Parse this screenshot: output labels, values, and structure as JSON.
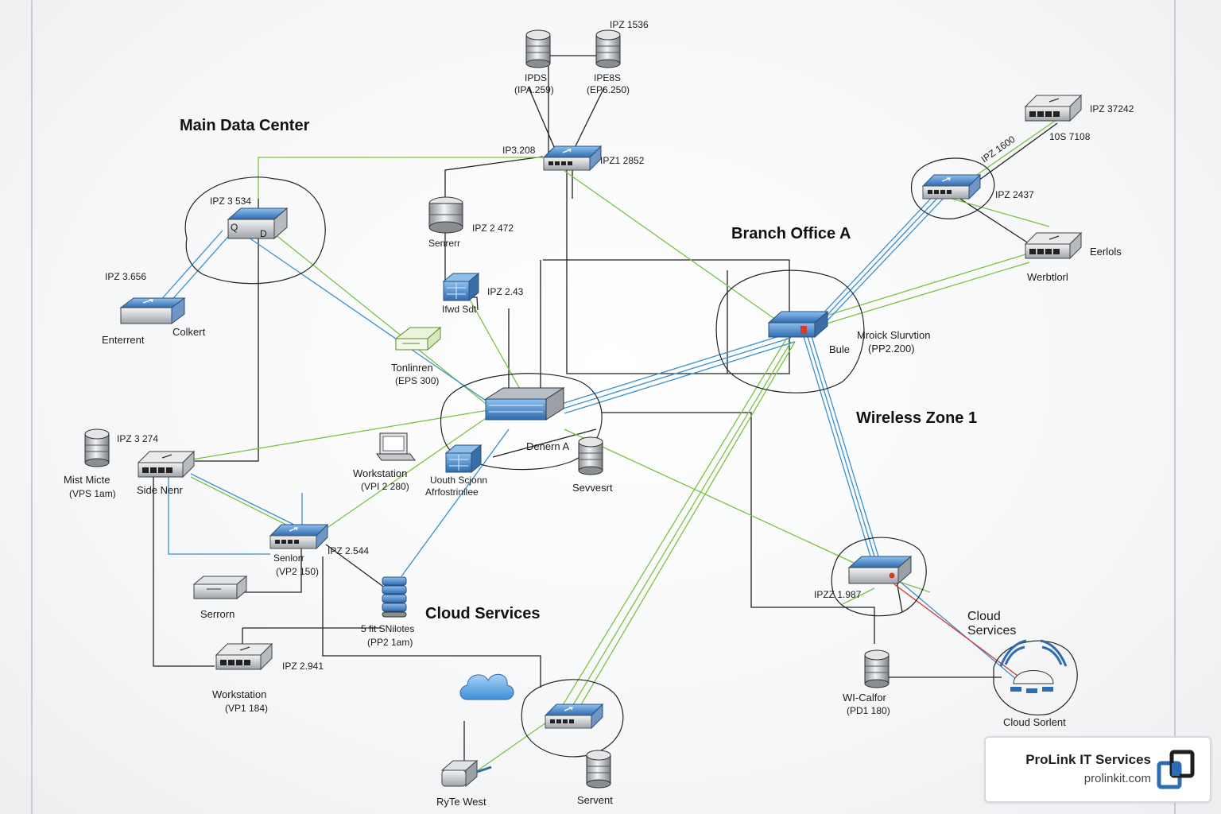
{
  "zones": {
    "main_data_center": "Main Data Center",
    "branch_office_a": "Branch Office A",
    "wireless_zone_1": "Wireless Zone 1",
    "cloud_services_center": "Cloud Services",
    "cloud_services_right": "Cloud\nServices"
  },
  "labels": {
    "top_ip": "IPZ 1536",
    "srv_top_left_name": "IPDS",
    "srv_top_left_ip": "(IPA.259)",
    "srv_top_right_name": "IPE8S",
    "srv_top_right_ip": "(EP6.250)",
    "sw_top_left": "IP3.208",
    "sw_top_right": "IPZ1 2852",
    "mdc_switch": "IPZ 3 534",
    "mdc_switch_inner": "Q",
    "mdc_switch_inner2": "D",
    "router_left_ip": "IPZ 3.656",
    "router_left_a": "Enterrent",
    "router_left_b": "Colkert",
    "server_mid_ip": "IPZ 2 472",
    "server_mid_name": "Senrerr",
    "cube_ip": "IPZ 2.43",
    "cube_name": "Ifwd Sdt",
    "term_name": "Tonlinren",
    "term_ip": "(EPS 300)",
    "center_device": "Denern A",
    "laptop_name": "Workstation",
    "laptop_ip": "(VPI 2 280)",
    "cube2_name": "Uouth Scjonn",
    "cube2_sub": "Afrfostrinilee",
    "server_center_name": "Sevvesrt",
    "left_srv_name": "Mist Micte",
    "left_srv_ip": "(VPS 1am)",
    "left_sw_ip": "IPZ 3 274",
    "left_sw_name": "Side Nenr",
    "sw_mid_left_name": "Senlorr",
    "sw_mid_left_ip": "(VP2 150)",
    "sw_mid_left_ip2": "IPZ 2.544",
    "router_mid_left": "Serrorn",
    "stack_name": "5 fit SNilotes",
    "stack_ip": "(PP2 1am)",
    "ws_bottom_ip": "IPZ 2.941",
    "ws_bottom_name": "Workstation",
    "ws_bottom_sub": "(VP1 184)",
    "bottom_router_name": "RyTe West",
    "bottom_server_name": "Servent",
    "br_ip_top": "IPZ 37242",
    "br_ip_diag": "IPZ 1600",
    "br_ip_right": "10S 7108",
    "br_sw_ip": "IPZ 2437",
    "br_dev_a": "Eerlols",
    "br_dev_b": "Werbtlorl",
    "branch_main_a": "Mroick Slurvtion",
    "branch_main_b": "Bule",
    "branch_main_c": "(PP2.200)",
    "wz_router_ip": "IPZZ 1.987",
    "wifi_srv_name": "WI-Calfor",
    "wifi_srv_ip": "(PD1 180)",
    "cloud_server": "Cloud Sorlent"
  },
  "brand": {
    "name": "ProLink IT Services",
    "url": "prolinkit.com"
  },
  "colors": {
    "link_green": "#7cc242",
    "link_blue": "#3b8fd0",
    "link_black": "#222222",
    "device_blue": "#3f7fc4",
    "accent_red": "#d23b2c"
  }
}
